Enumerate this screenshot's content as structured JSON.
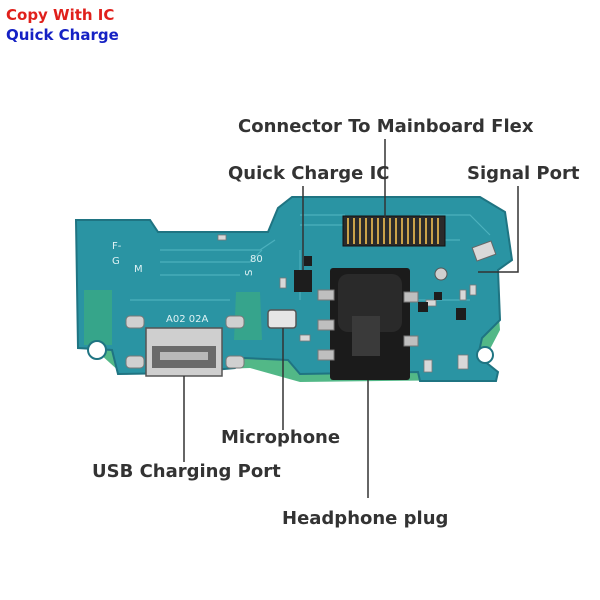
{
  "badge": {
    "line1": "Copy With IC",
    "line2": "Quick Charge"
  },
  "callouts": {
    "connector": "Connector To Mainboard Flex",
    "quick_charge_ic": "Quick Charge IC",
    "signal_port": "Signal Port",
    "microphone": "Microphone",
    "usb_port": "USB Charging Port",
    "headphone": "Headphone plug"
  },
  "board_markings": {
    "fg_top": "F-",
    "fg_bottom": "G",
    "m": "M",
    "model": "A02  02A",
    "s_mark": "S",
    "eight": "80"
  },
  "colors": {
    "badge_red": "#e0201b",
    "badge_blue": "#1521c4",
    "pcb": "#2a94a3",
    "pcb_dark": "#1f7482",
    "flex_green": "#3fb07a",
    "label_text": "#333333"
  }
}
